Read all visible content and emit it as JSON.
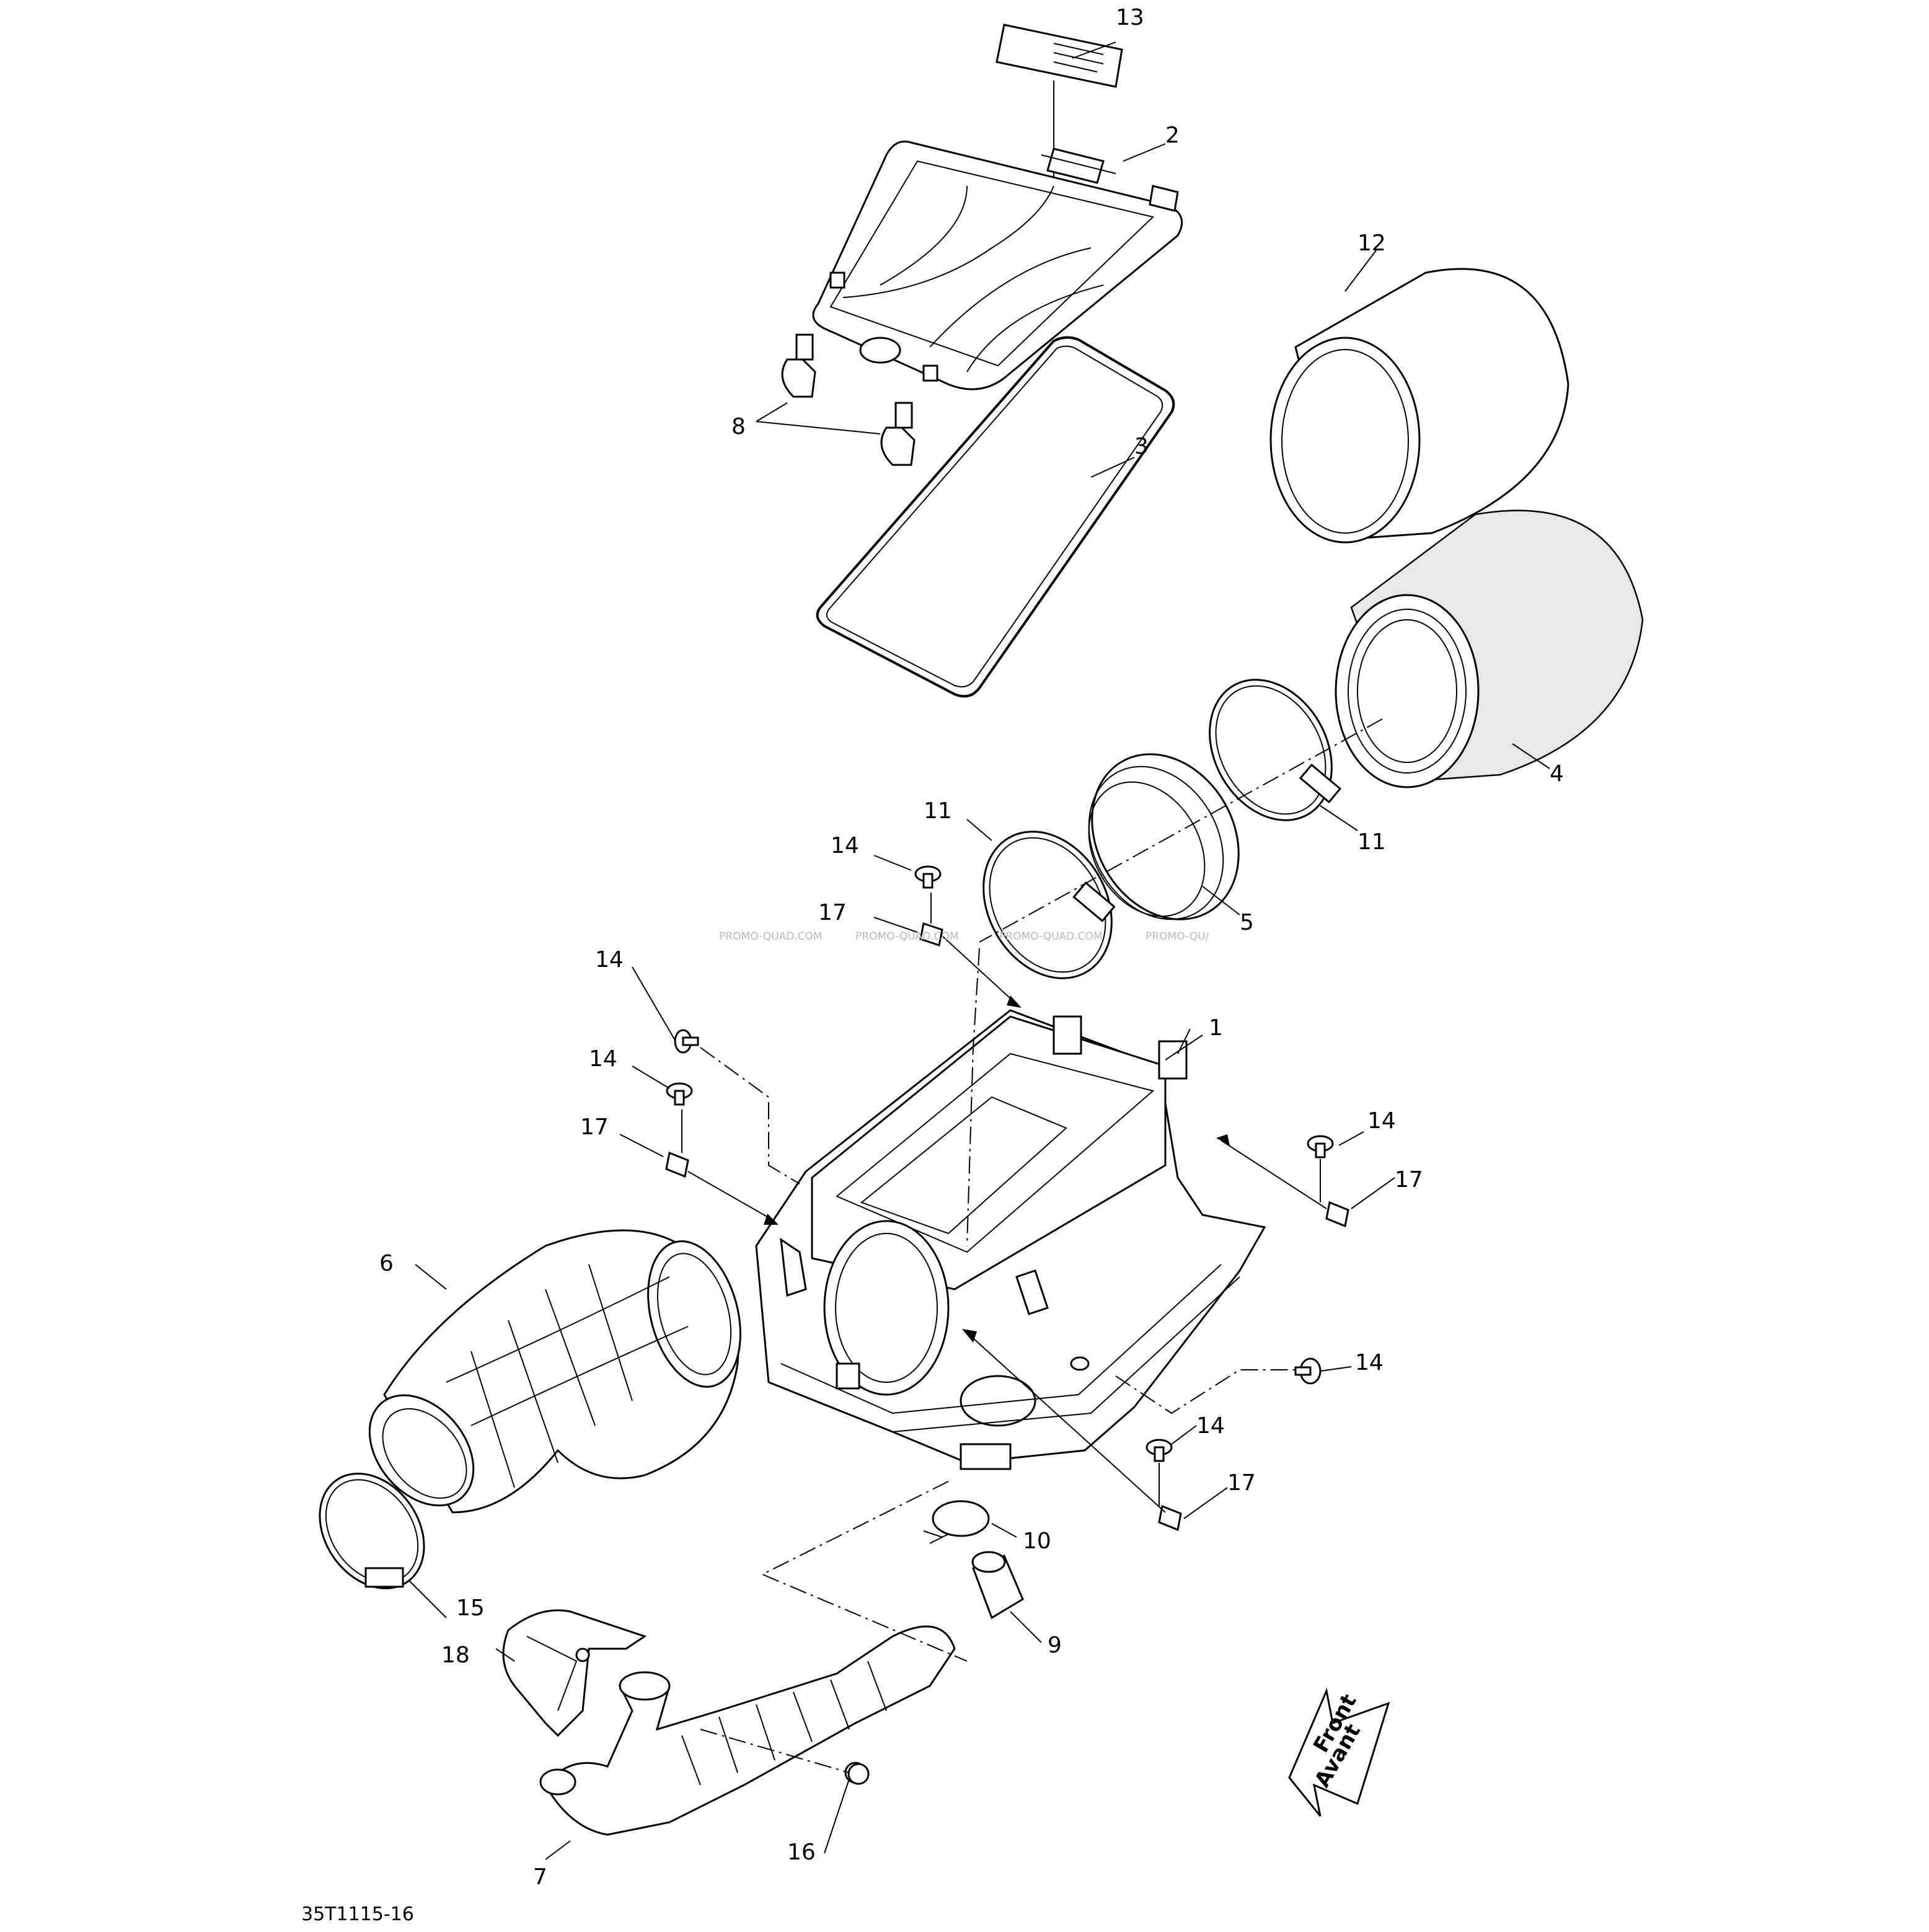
{
  "callouts": {
    "c1": "1",
    "c2": "2",
    "c3": "3",
    "c4": "4",
    "c5": "5",
    "c6": "6",
    "c7": "7",
    "c8": "8",
    "c9": "9",
    "c10": "10",
    "c11a": "11",
    "c11b": "11",
    "c12": "12",
    "c13": "13",
    "c14a": "14",
    "c14b": "14",
    "c14c": "14",
    "c14d": "14",
    "c14e": "14",
    "c14f": "14",
    "c15": "15",
    "c16": "16",
    "c17a": "17",
    "c17b": "17",
    "c17c": "17",
    "c17d": "17",
    "c18": "18"
  },
  "watermarks": [
    "PROMO-QUAD.COM",
    "PROMO-QUAD.COM",
    "PROMO-QUAD.COM",
    "PROMO-QU/"
  ],
  "front_arrow": {
    "line1": "Front",
    "line2": "Avant"
  },
  "reference_code": "35T1115-16"
}
